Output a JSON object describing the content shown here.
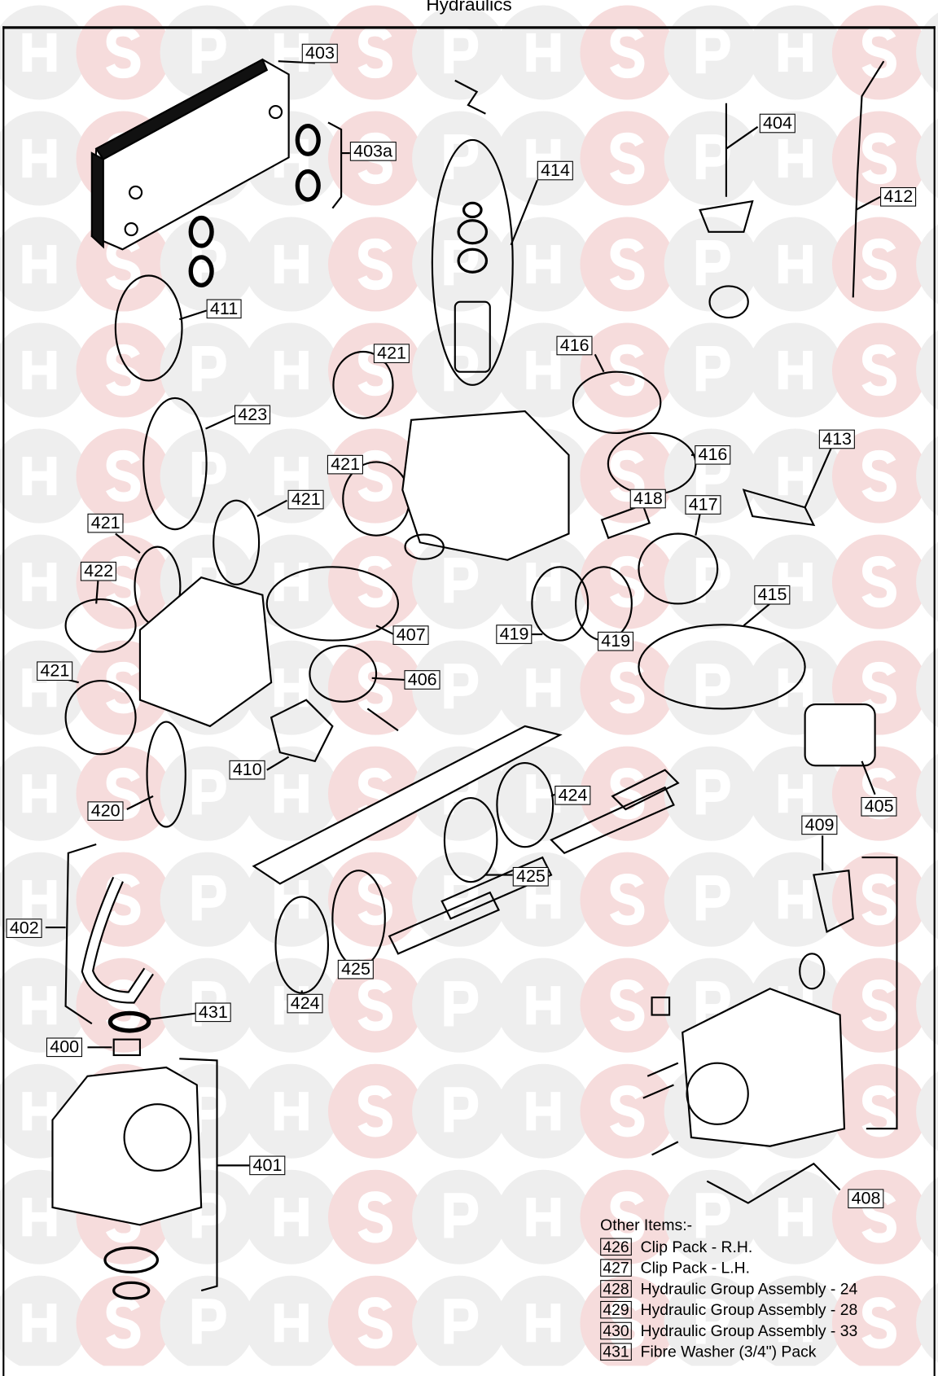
{
  "title": "Hydraulics",
  "colors": {
    "watermark_gray": "#eeeeee",
    "watermark_pink": "#f6dcdc",
    "watermark_letter": "#ffffff",
    "line": "#000000"
  },
  "watermark": {
    "letters": [
      "H",
      "S",
      "P"
    ]
  },
  "callouts": [
    {
      "id": "403"
    },
    {
      "id": "403a"
    },
    {
      "id": "404"
    },
    {
      "id": "412"
    },
    {
      "id": "414"
    },
    {
      "id": "411"
    },
    {
      "id": "421"
    },
    {
      "id": "416"
    },
    {
      "id": "423"
    },
    {
      "id": "416"
    },
    {
      "id": "413"
    },
    {
      "id": "421"
    },
    {
      "id": "421"
    },
    {
      "id": "421"
    },
    {
      "id": "418"
    },
    {
      "id": "417"
    },
    {
      "id": "422"
    },
    {
      "id": "415"
    },
    {
      "id": "407"
    },
    {
      "id": "419"
    },
    {
      "id": "419"
    },
    {
      "id": "421"
    },
    {
      "id": "406"
    },
    {
      "id": "410"
    },
    {
      "id": "405"
    },
    {
      "id": "424"
    },
    {
      "id": "420"
    },
    {
      "id": "409"
    },
    {
      "id": "425"
    },
    {
      "id": "402"
    },
    {
      "id": "425"
    },
    {
      "id": "424"
    },
    {
      "id": "431"
    },
    {
      "id": "400"
    },
    {
      "id": "401"
    },
    {
      "id": "408"
    }
  ],
  "other_items": {
    "heading": "Other Items:-",
    "items": [
      {
        "num": "426",
        "desc": "Clip Pack - R.H."
      },
      {
        "num": "427",
        "desc": "Clip Pack - L.H."
      },
      {
        "num": "428",
        "desc": "Hydraulic Group Assembly - 24"
      },
      {
        "num": "429",
        "desc": "Hydraulic Group Assembly - 28"
      },
      {
        "num": "430",
        "desc": "Hydraulic Group Assembly - 33"
      },
      {
        "num": "431",
        "desc": "Fibre Washer (3/4\") Pack"
      }
    ]
  }
}
